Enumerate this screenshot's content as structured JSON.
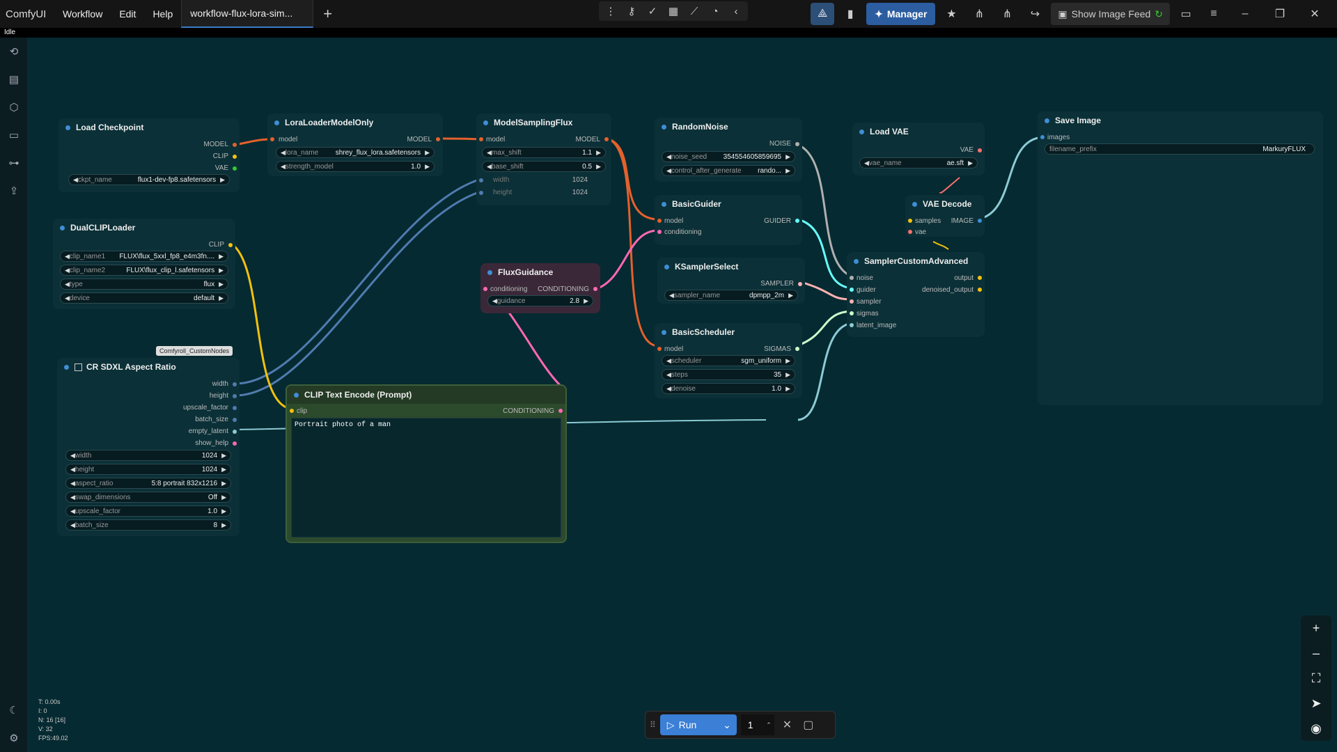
{
  "app": {
    "brand": "ComfyUI",
    "menus": [
      "Workflow",
      "Edit",
      "Help"
    ],
    "tab": "workflow-flux-lora-sim...",
    "status": "Idle"
  },
  "header": {
    "manager": "Manager",
    "show_image_feed": "Show Image Feed"
  },
  "nodes": {
    "load_checkpoint": {
      "title": "Load Checkpoint",
      "out": [
        "MODEL",
        "CLIP",
        "VAE"
      ],
      "ckpt_label": "ckpt_name",
      "ckpt_value": "flux1-dev-fp8.safetensors"
    },
    "lora": {
      "title": "LoraLoaderModelOnly",
      "in": "model",
      "out": "MODEL",
      "w1l": "lora_name",
      "w1v": "shrey_flux_lora.safetensors",
      "w2l": "strength_model",
      "w2v": "1.0"
    },
    "msf": {
      "title": "ModelSamplingFlux",
      "in": "model",
      "out": "MODEL",
      "w1l": "max_shift",
      "w1v": "1.1",
      "w2l": "base_shift",
      "w2v": "0.5",
      "i1l": "width",
      "i1v": "1024",
      "i2l": "height",
      "i2v": "1024"
    },
    "random_noise": {
      "title": "RandomNoise",
      "out": "NOISE",
      "w1l": "noise_seed",
      "w1v": "354554605859695",
      "w2l": "control_after_generate",
      "w2v": "rando..."
    },
    "load_vae": {
      "title": "Load VAE",
      "out": "VAE",
      "w1l": "vae_name",
      "w1v": "ae.sft"
    },
    "save_image": {
      "title": "Save Image",
      "in": "images",
      "w1l": "filename_prefix",
      "w1v": "MarkuryFLUX"
    },
    "dual_clip": {
      "title": "DualCLIPLoader",
      "out": "CLIP",
      "w1l": "clip_name1",
      "w1v": "FLUX\\flux_5xxl_fp8_e4m3fn....",
      "w2l": "clip_name2",
      "w2v": "FLUX\\flux_clip_l.safetensors",
      "w3l": "type",
      "w3v": "flux",
      "w4l": "device",
      "w4v": "default"
    },
    "flux_guidance": {
      "title": "FluxGuidance",
      "in": "conditioning",
      "out": "CONDITIONING",
      "w1l": "guidance",
      "w1v": "2.8"
    },
    "basic_guider": {
      "title": "BasicGuider",
      "in1": "model",
      "in2": "conditioning",
      "out": "GUIDER"
    },
    "ksampler_select": {
      "title": "KSamplerSelect",
      "out": "SAMPLER",
      "w1l": "sampler_name",
      "w1v": "dpmpp_2m"
    },
    "basic_scheduler": {
      "title": "BasicScheduler",
      "in": "model",
      "out": "SIGMAS",
      "w1l": "scheduler",
      "w1v": "sgm_uniform",
      "w2l": "steps",
      "w2v": "35",
      "w3l": "denoise",
      "w3v": "1.0"
    },
    "vae_decode": {
      "title": "VAE Decode",
      "in1": "samples",
      "in2": "vae",
      "out": "IMAGE"
    },
    "sca": {
      "title": "SamplerCustomAdvanced",
      "in": [
        "noise",
        "guider",
        "sampler",
        "sigmas",
        "latent_image"
      ],
      "out": [
        "output",
        "denoised_output"
      ]
    },
    "cr_sdxl": {
      "title": "CR SDXL Aspect Ratio",
      "tooltip": "Comfyroll_CustomNodes",
      "out": [
        "width",
        "height",
        "upscale_factor",
        "batch_size",
        "empty_latent",
        "show_help"
      ],
      "w1l": "width",
      "w1v": "1024",
      "w2l": "height",
      "w2v": "1024",
      "w3l": "aspect_ratio",
      "w3v": "5:8 portrait 832x1216",
      "w4l": "swap_dimensions",
      "w4v": "Off",
      "w5l": "upscale_factor",
      "w5v": "1.0",
      "w6l": "batch_size",
      "w6v": "8"
    },
    "clip_text": {
      "title": "CLIP Text Encode (Prompt)",
      "in": "clip",
      "out": "CONDITIONING",
      "text": "Portrait photo of a man"
    }
  },
  "stats": {
    "t": "T: 0.00s",
    "i": "I: 0",
    "n": "N: 16 [16]",
    "v": "V: 32",
    "fps": "FPS:49.02"
  },
  "run": {
    "label": "Run",
    "count": "1"
  },
  "colors": {
    "model": "#e4612c",
    "clip": "#f4c20d",
    "vae": "#ff6e6e",
    "conditioning": "#ff69b4",
    "latent": "#8bcbd6",
    "noise": "#b0b0b0",
    "guider": "#66ffff",
    "sampler": "#ffb3b3",
    "sigmas": "#ccffcc",
    "int": "#4f7cb0"
  }
}
